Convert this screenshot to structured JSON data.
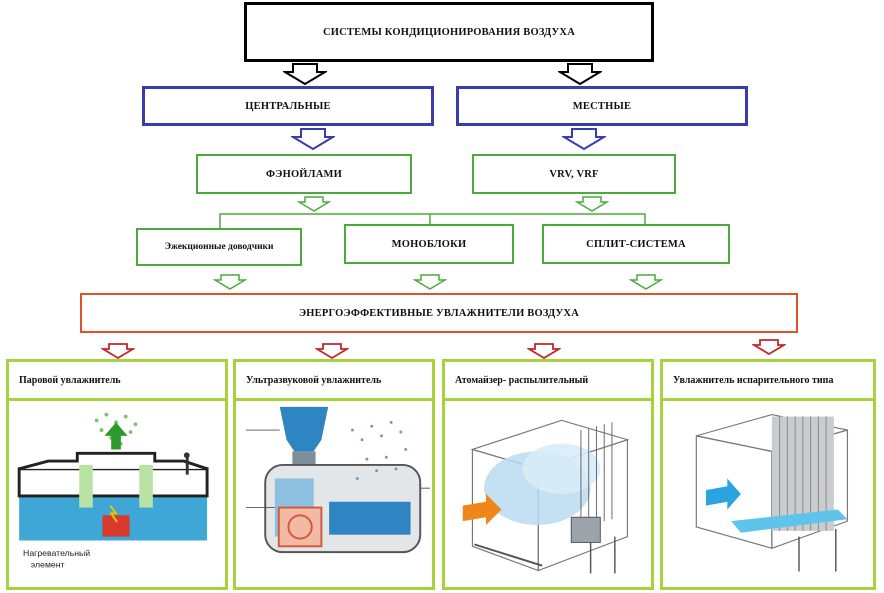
{
  "title": "СИСТЕМЫ КОНДИЦИОНИРОВАНИЯ ВОЗДУХА",
  "level1": {
    "left": "ЦЕНТРАЛЬНЫЕ",
    "right": "МЕСТНЫЕ"
  },
  "level2": {
    "left": "ФЭНОЙЛАМИ",
    "right": "VRV, VRF"
  },
  "level3": {
    "a": "Эжекционные доводчики",
    "b": "МОНОБЛОКИ",
    "c": "СПЛИТ-СИСТЕМА"
  },
  "humidifiers_title": "ЭНЕРГОЭФФЕКТИВНЫЕ УВЛАЖНИТЕЛИ ВОЗДУХА",
  "cards": [
    {
      "title": "Паровой увлажнитель",
      "caption": "Нагревательный элемент"
    },
    {
      "title": "Ультразвуковой увлажнитель"
    },
    {
      "title": "Атомайзер- распылительный"
    },
    {
      "title": "Увлажнитель испарительного типа"
    }
  ],
  "colors": {
    "black": "#000000",
    "blue": "#3b3bb0",
    "green": "#4caa3c",
    "orange": "#e0532a",
    "lime": "#a6d23c",
    "red": "#c0282a"
  },
  "icons": [
    "arrow-down-icon",
    "steam-humidifier-illustration",
    "ultrasonic-humidifier-illustration",
    "atomizer-illustration",
    "evaporative-humidifier-illustration"
  ]
}
